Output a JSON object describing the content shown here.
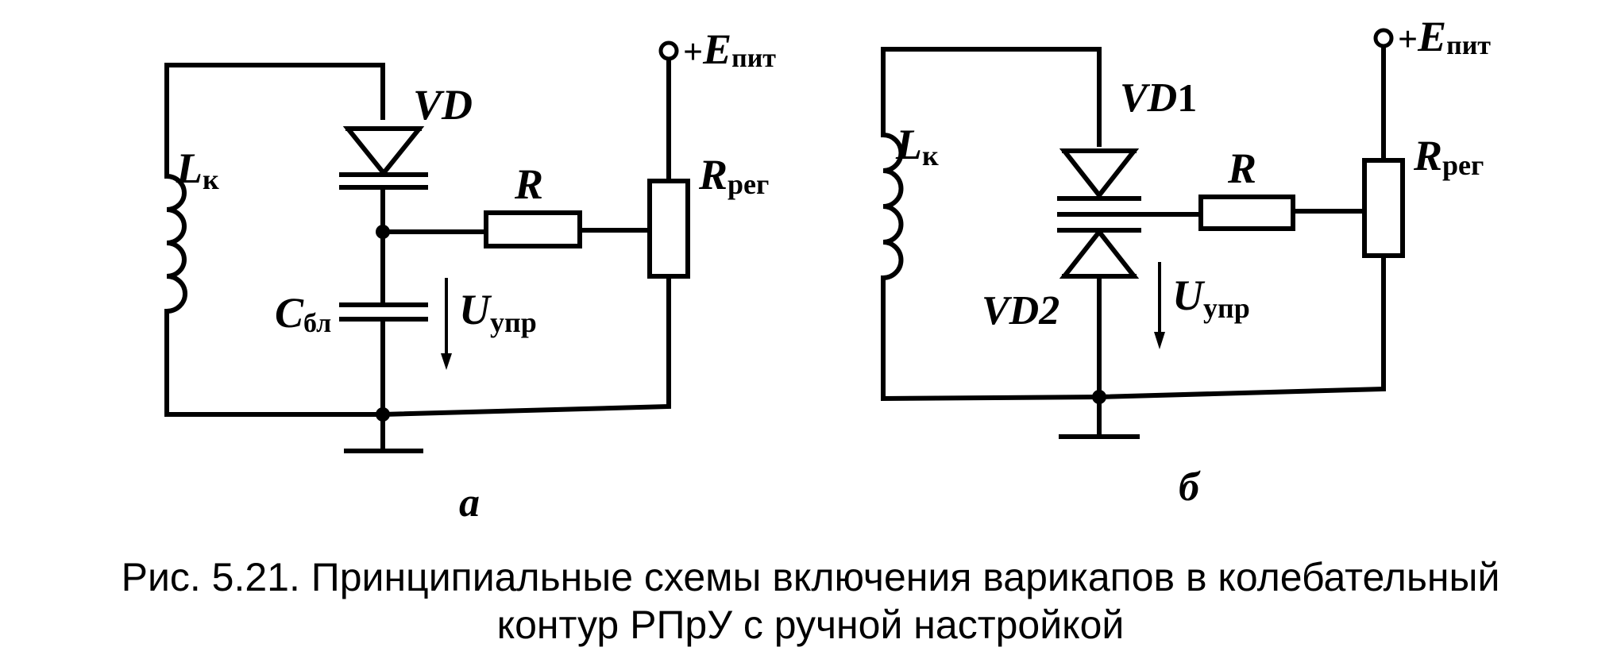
{
  "panels": {
    "a": {
      "label": "а",
      "inductor": {
        "main": "L",
        "sub": "к"
      },
      "diode": {
        "main": "VD",
        "sub": ""
      },
      "capacitor": {
        "main": "C",
        "sub": "бл"
      },
      "resistor": {
        "main": "R",
        "sub": ""
      },
      "pot": {
        "main": "R",
        "sub": "рег"
      },
      "voltage": {
        "main": "U",
        "sub": "упр"
      },
      "supply": {
        "prefix": "+",
        "main": "E",
        "sub": "пит"
      }
    },
    "b": {
      "label": "б",
      "inductor": {
        "main": "L",
        "sub": "к"
      },
      "diode1": {
        "main": "VD",
        "sub": "1"
      },
      "diode2": {
        "main": "VD",
        "sub": "2"
      },
      "resistor": {
        "main": "R",
        "sub": ""
      },
      "pot": {
        "main": "R",
        "sub": "рег"
      },
      "voltage": {
        "main": "U",
        "sub": "упр"
      },
      "supply": {
        "prefix": "+",
        "main": "E",
        "sub": "пит"
      }
    }
  },
  "caption": {
    "line1": "Рис. 5.21. Принципиальные схемы включения варикапов в колебательный",
    "line2": "контур РПрУ с ручной настройкой"
  }
}
